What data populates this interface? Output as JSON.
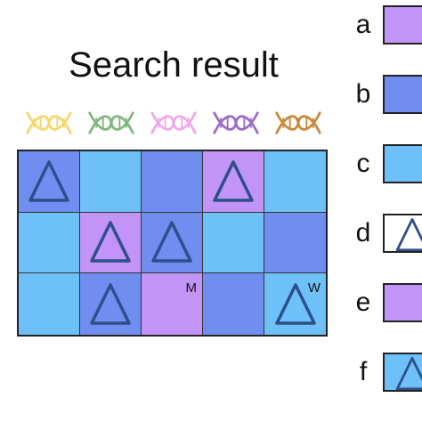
{
  "title": "Search result",
  "dna_icons": [
    {
      "name": "dna-icon-yellow",
      "color": "#f5d76e"
    },
    {
      "name": "dna-icon-green",
      "color": "#7fb77e"
    },
    {
      "name": "dna-icon-pink",
      "color": "#f2a7e8"
    },
    {
      "name": "dna-icon-purple",
      "color": "#9b6cc7"
    },
    {
      "name": "dna-icon-orange",
      "color": "#c8893b"
    }
  ],
  "colors": {
    "blue": "#6f8ef0",
    "lightblue": "#6ec1f8",
    "purple": "#c294f7",
    "white": "#ffffff",
    "triangle_stroke": "#2d4f8a"
  },
  "grid": {
    "rows": [
      [
        {
          "color": "blue",
          "triangle": true,
          "mark": ""
        },
        {
          "color": "lightblue",
          "triangle": false,
          "mark": ""
        },
        {
          "color": "blue",
          "triangle": false,
          "mark": ""
        },
        {
          "color": "purple",
          "triangle": true,
          "mark": ""
        },
        {
          "color": "lightblue",
          "triangle": false,
          "mark": ""
        }
      ],
      [
        {
          "color": "lightblue",
          "triangle": false,
          "mark": ""
        },
        {
          "color": "purple",
          "triangle": true,
          "mark": ""
        },
        {
          "color": "blue",
          "triangle": true,
          "mark": ""
        },
        {
          "color": "lightblue",
          "triangle": false,
          "mark": ""
        },
        {
          "color": "blue",
          "triangle": false,
          "mark": ""
        }
      ],
      [
        {
          "color": "lightblue",
          "triangle": false,
          "mark": ""
        },
        {
          "color": "blue",
          "triangle": true,
          "mark": ""
        },
        {
          "color": "purple",
          "triangle": false,
          "mark": "M"
        },
        {
          "color": "blue",
          "triangle": false,
          "mark": ""
        },
        {
          "color": "lightblue",
          "triangle": true,
          "mark": "W"
        }
      ]
    ]
  },
  "options": [
    {
      "letter": "a",
      "color": "purple",
      "triangle": false
    },
    {
      "letter": "b",
      "color": "blue",
      "triangle": false
    },
    {
      "letter": "c",
      "color": "lightblue",
      "triangle": false
    },
    {
      "letter": "d",
      "color": "white",
      "triangle": true
    },
    {
      "letter": "e",
      "color": "purple",
      "triangle": false
    },
    {
      "letter": "f",
      "color": "lightblue",
      "triangle": true
    }
  ]
}
